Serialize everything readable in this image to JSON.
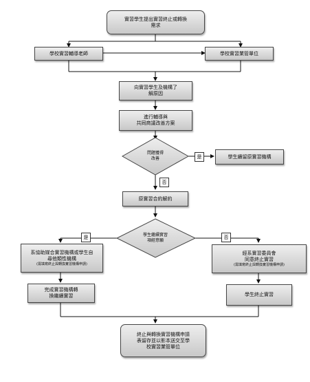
{
  "nodes": {
    "start": [
      "實習學生提出實習終止或轉換",
      "需求"
    ],
    "advisor": "學校實習輔導老師",
    "unit": "學校實習業管單位",
    "understand": [
      "向實習學生及機構了",
      "解原因"
    ],
    "counsel": [
      "進行輔導與",
      "共同商議改善方案"
    ],
    "resolved_q": [
      "問題獲得",
      "改善"
    ],
    "yes_stay": "學生續留原實習機構",
    "terminate": "原實習合約解約",
    "continue_q": [
      "學生繼續實習",
      "項經意願"
    ],
    "transfer": {
      "lines": [
        "系協助媒合實習機構或學生自",
        "尋他類性機構"
      ],
      "note": "(需填寫終止與轉換實習機構申請)"
    },
    "committee": {
      "lines": [
        "經系實習委員會",
        "同意終止實習"
      ],
      "note": "(需填寫終止與轉換實習機構申請)"
    },
    "finish_transfer": [
      "完成實習機構轉",
      "換繼續實習"
    ],
    "stop": "學生終止實習",
    "final": [
      "終止與轉換實習機構申請",
      "表留存並以影本送交至學",
      "校實習業管單位"
    ]
  },
  "labels": {
    "yes": "是",
    "no": "否"
  }
}
